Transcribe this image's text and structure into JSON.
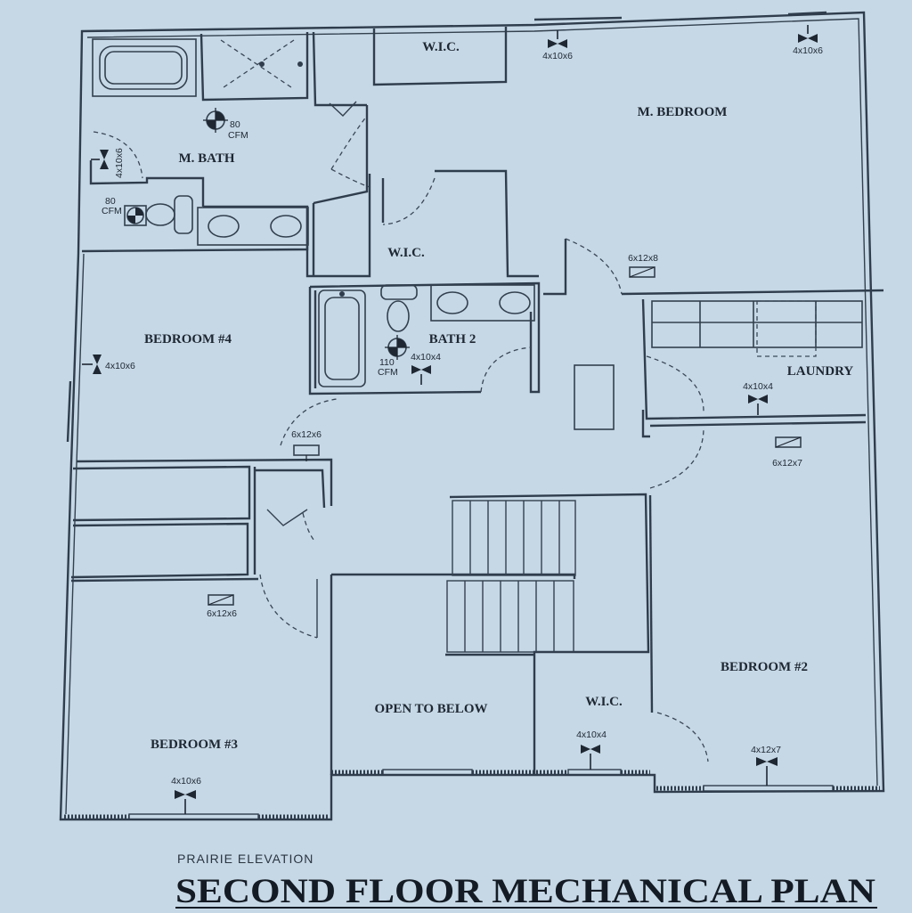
{
  "rooms": {
    "wic_top": "W.I.C.",
    "master_bedroom": "M. BEDROOM",
    "master_bath": "M. BATH",
    "wic_mid": "W.I.C.",
    "bedroom4": "BEDROOM #4",
    "bath2": "BATH 2",
    "laundry": "LAUNDRY",
    "open_to_below": "OPEN TO BELOW",
    "wic_bottom": "W.I.C.",
    "bedroom2": "BEDROOM #2",
    "bedroom3": "BEDROOM #3"
  },
  "fans": {
    "mbath_top": [
      "80",
      "CFM"
    ],
    "mbath_left": [
      "80",
      "CFM"
    ],
    "bath2": [
      "110",
      "CFM"
    ]
  },
  "vents": {
    "mbed_1": "4x10x6",
    "mbed_2": "4x10x6",
    "mbath": "4x10x6",
    "hall_upper": "6x12x8",
    "bedroom4": "4x10x6",
    "bath2": "4x10x4",
    "laundry": "4x10x4",
    "hall_mid": "6x12x6",
    "bedroom2_upper": "6x12x7",
    "bedroom3_upper": "6x12x6",
    "wic_bottom": "4x10x4",
    "bedroom2_lower": "4x12x7",
    "bedroom3_lower": "4x10x6"
  },
  "footer": {
    "elevation": "PRAIRIE ELEVATION",
    "title": "SECOND FLOOR MECHANICAL PLAN"
  }
}
